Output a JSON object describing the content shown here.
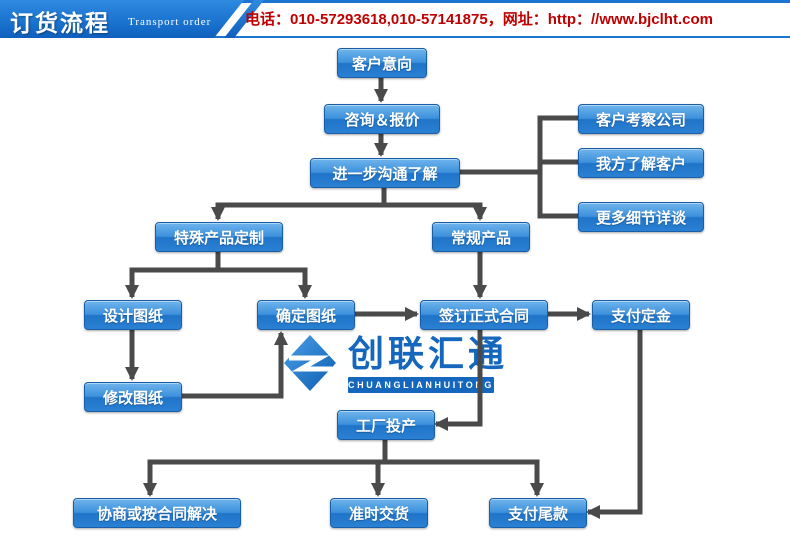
{
  "header": {
    "title_cn": "订货流程",
    "title_en": "Transport order",
    "contact": "电话：010-57293618,010-57141875，网址：http：//www.bjclht.com"
  },
  "logo": {
    "name_cn": "创联汇通",
    "name_en": "CHUANGLIANHUITONG"
  },
  "colors": {
    "header_blue": "#1b75d1",
    "node_blue": "#2a80d2",
    "node_border": "#1a5ea8",
    "contact_red": "#c00000",
    "connector_gray": "#4a4a4a",
    "logo_blue": "#1467bd"
  },
  "flow": {
    "nodes": {
      "intent": "客户意向",
      "quote": "咨询＆报价",
      "communicate": "进一步沟通了解",
      "inspect": "客户考察公司",
      "know": "我方了解客户",
      "details": "更多细节详谈",
      "custom": "特殊产品定制",
      "regular": "常规产品",
      "design": "设计图纸",
      "confirm": "确定图纸",
      "contract": "签订正式合同",
      "deposit": "支付定金",
      "modify": "修改图纸",
      "produce": "工厂投产",
      "negotiate": "协商或按合同解决",
      "delivery": "准时交货",
      "balance": "支付尾款"
    }
  }
}
